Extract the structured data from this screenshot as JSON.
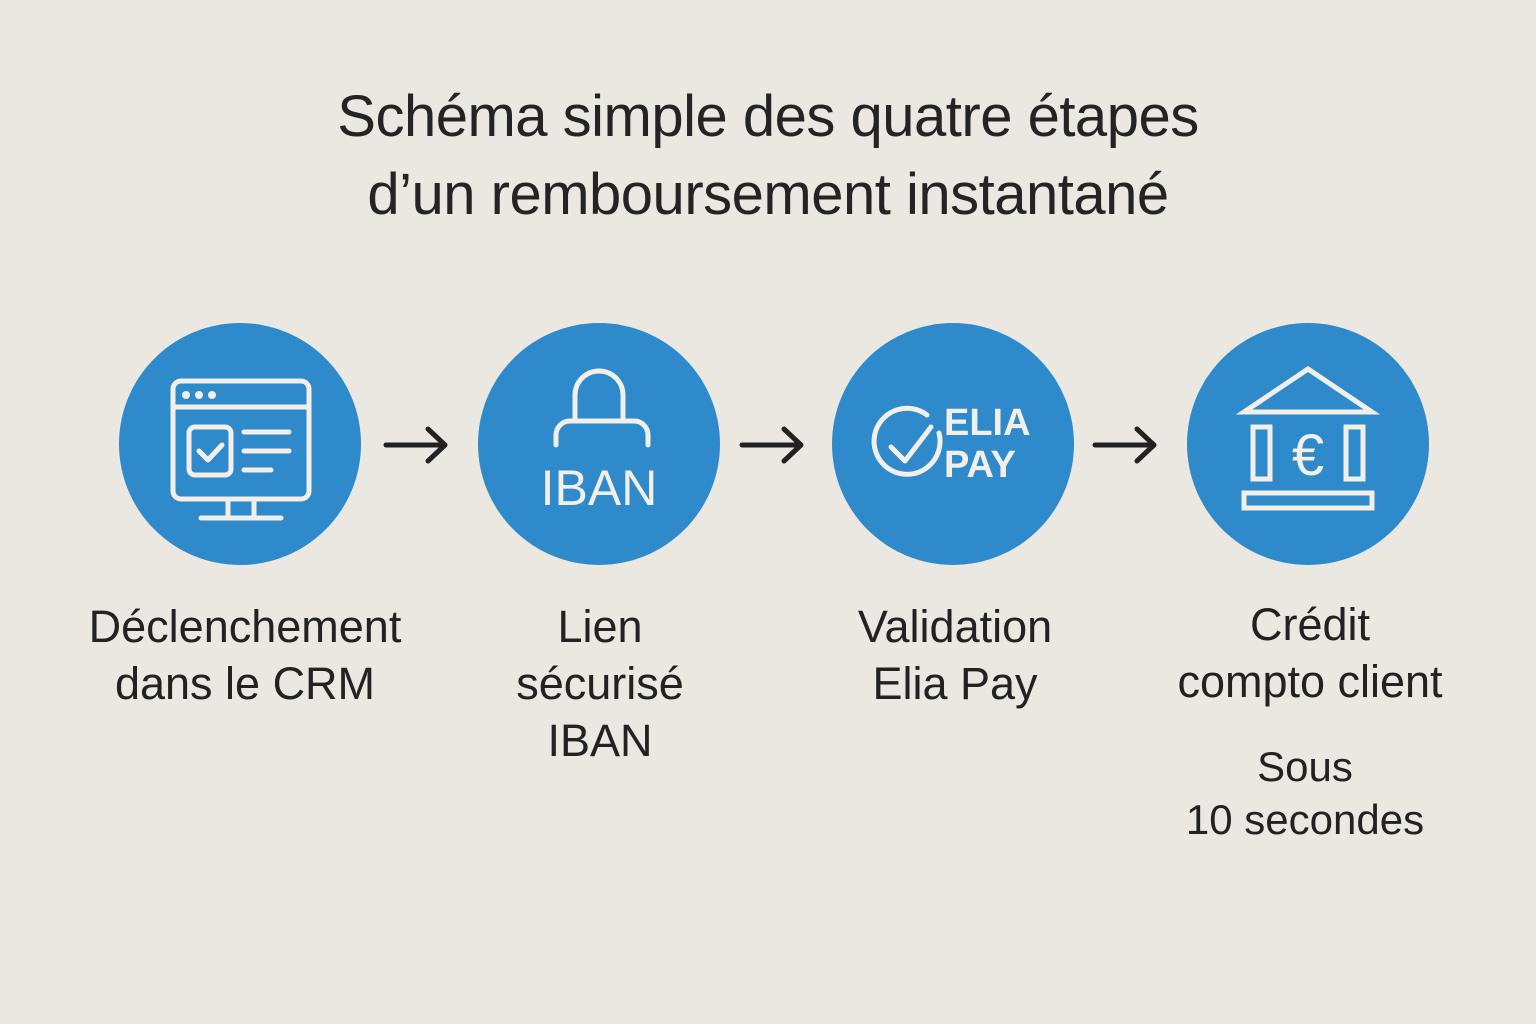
{
  "title": {
    "line1": "Schéma simple des quatre étapes",
    "line2": "d’un remboursement instantané"
  },
  "colors": {
    "background": "#ebe8e2",
    "circle": "#2f8acb",
    "icon_stroke": "#f2efe9",
    "text": "#222222"
  },
  "steps": [
    {
      "icon": "monitor-checklist-icon",
      "label_lines": [
        "Déclenchement",
        "dans le CRM"
      ]
    },
    {
      "icon": "padlock-icon",
      "icon_text": "IBAN",
      "label_lines": [
        "Lien",
        "sécurisé",
        "IBAN"
      ]
    },
    {
      "icon": "check-circle-icon",
      "icon_text_lines": [
        "ELIA",
        "PAY"
      ],
      "label_lines": [
        "Validation",
        "Elia Pay"
      ]
    },
    {
      "icon": "bank-euro-icon",
      "icon_text": "€",
      "label_lines": [
        "Crédit",
        "compto client"
      ],
      "sub_lines": [
        "Sous",
        "10 secondes"
      ]
    }
  ],
  "arrows": [
    "arrow-right-icon",
    "arrow-right-icon",
    "arrow-right-icon"
  ]
}
